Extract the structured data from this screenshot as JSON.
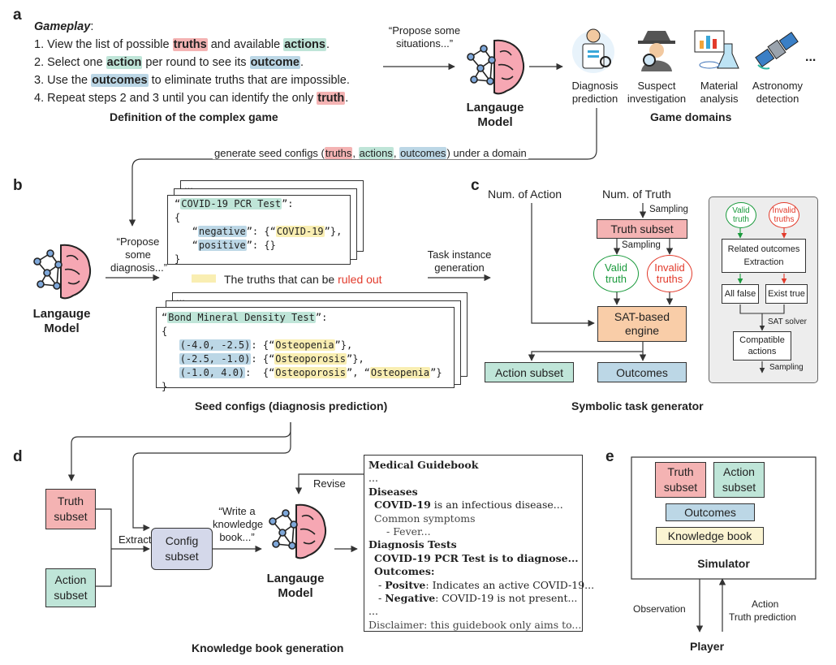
{
  "panels": {
    "a": "a",
    "b": "b",
    "c": "c",
    "d": "d",
    "e": "e"
  },
  "colors": {
    "truth": "#f4b3b3",
    "action": "#bfe5d8",
    "outcome": "#bcd7e6",
    "ruled_out": "#f9eeb2",
    "knowledge": "#fbf4d2",
    "config": "#d4d8ea",
    "engine": "#f9cda8",
    "valid": "#1a9a3c",
    "invalid": "#e23a2b",
    "ruled_out_text": "#e23a2b",
    "sidebar": "#ededed"
  },
  "a": {
    "gameplay_label": "Gameplay",
    "steps": {
      "s1_pre": "1. View the list of possible ",
      "s1_truths": "truths",
      "s1_mid": " and available ",
      "s1_actions": "actions",
      "s1_end": ".",
      "s2_pre": "2. Select one ",
      "s2_action": "action",
      "s2_mid": " per round to see its ",
      "s2_outcome": "outcome",
      "s2_end": ".",
      "s3_pre": "3. Use the ",
      "s3_outcomes": "outcomes",
      "s3_end": " to eliminate truths that are impossible.",
      "s4_pre": "4. Repeat steps 2 and 3 until you can identify the only ",
      "s4_truth": "truth",
      "s4_end": "."
    },
    "definition_caption": "Definition of the complex game",
    "prompt": "“Propose some situations...”",
    "lm_label": "Langauge Model",
    "domains": [
      {
        "name": "Diagnosis prediction",
        "icon": "doctor-icon"
      },
      {
        "name": "Suspect investigation",
        "icon": "detective-icon"
      },
      {
        "name": "Material analysis",
        "icon": "lab-icon"
      },
      {
        "name": "Astronomy detection",
        "icon": "satellite-icon"
      }
    ],
    "ellipsis": "...",
    "domains_caption": "Game domains",
    "seed_line": {
      "pre": "generate seed configs (",
      "truths": "truths",
      ",1": ", ",
      "actions": "actions",
      ",2": ", ",
      "outcomes": "outcomes",
      "post": ") under a domain"
    }
  },
  "b": {
    "lm_label": "Langauge Model",
    "prompt": "“Propose some diagnosis...”",
    "card_dots": "...",
    "card1": {
      "title": "COVID-19 PCR Test",
      "neg_key": "negative",
      "neg_val": "COVID-19",
      "pos_key": "positive"
    },
    "legend_text": "The truths that can be ",
    "legend_ruled": "ruled out",
    "card2": {
      "title": "Bond Mineral Density Test",
      "r1": "(-4.0, -2.5)",
      "v1": "Osteopenia",
      "r2": "(-2.5, -1.0)",
      "v2": "Osteoporosis",
      "r3": "(-1.0, 4.0)",
      "v3a": "Osteoporosis",
      "v3b": "Osteopenia"
    },
    "caption": "Seed configs (diagnosis prediction)",
    "task_gen": "Task instance generation"
  },
  "c": {
    "num_action": "Num. of Action",
    "num_truth": "Num. of Truth",
    "sampling": "Sampling",
    "truth_subset": "Truth subset",
    "valid": "Valid truth",
    "invalid": "Invalid truths",
    "engine": "SAT-based engine",
    "action_subset": "Action subset",
    "outcomes": "Outcomes",
    "caption": "Symbolic task generator",
    "side": {
      "valid": "Valid truth",
      "invalid": "Invalid truths",
      "related": "Related outcomes Extraction",
      "all_false": "All false",
      "exist_true": "Exist true",
      "sat_solver": "SAT solver",
      "compatible": "Compatible actions",
      "sampling": "Sampling"
    }
  },
  "d": {
    "truth_subset": "Truth subset",
    "action_subset": "Action subset",
    "extract": "Extract",
    "config_subset": "Config subset",
    "prompt": "“Write a knowledge book...”",
    "lm_label": "Langauge Model",
    "revise": "Revise",
    "caption": "Knowledge book generation",
    "book": {
      "title": "Medical Guidebook",
      "dots1": "...",
      "diseases": "Diseases",
      "covid_b": "COVID-19",
      "covid_rest": " is an infectious disease...",
      "common": "Common symptoms",
      "fever": "- Fever...",
      "diag_tests": "Diagnosis Tests",
      "pcr": "COVID-19 PCR Test is to diagnose...",
      "outcomes": "Outcomes:",
      "pos_b": "Positve",
      "pos_rest": ": Indicates an active COVID-19...",
      "neg_b": "Negative",
      "neg_rest": ": COVID-19 is not present...",
      "dots2": "...",
      "disclaimer": "Disclaimer: this guidebook only aims to..."
    }
  },
  "e": {
    "truth_subset": "Truth subset",
    "action_subset": "Action subset",
    "outcomes": "Outcomes",
    "knowledge": "Knowledge book",
    "simulator": "Simulator",
    "observation": "Observation",
    "action": "Action",
    "truth_prediction": "Truth prediction",
    "player": "Player"
  }
}
